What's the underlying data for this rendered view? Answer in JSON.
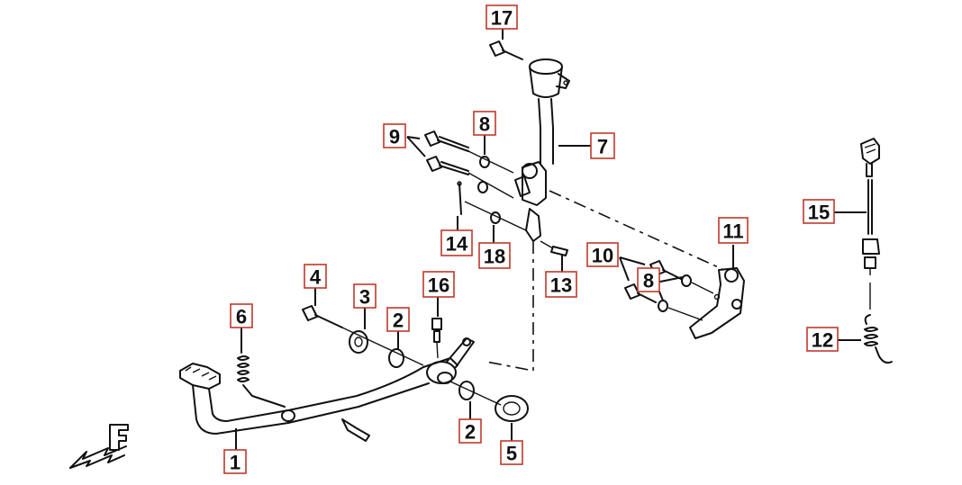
{
  "colors": {
    "callout_border": "#c0392b",
    "line": "#111111",
    "background": "#ffffff"
  },
  "front_marker": {
    "letter": "F"
  },
  "callouts": [
    {
      "id": "c1",
      "label": "1"
    },
    {
      "id": "c2a",
      "label": "2"
    },
    {
      "id": "c2b",
      "label": "2"
    },
    {
      "id": "c3",
      "label": "3"
    },
    {
      "id": "c4",
      "label": "4"
    },
    {
      "id": "c5",
      "label": "5"
    },
    {
      "id": "c6",
      "label": "6"
    },
    {
      "id": "c7",
      "label": "7"
    },
    {
      "id": "c8a",
      "label": "8"
    },
    {
      "id": "c8b",
      "label": "8"
    },
    {
      "id": "c9",
      "label": "9"
    },
    {
      "id": "c10",
      "label": "10"
    },
    {
      "id": "c11",
      "label": "11"
    },
    {
      "id": "c12",
      "label": "12"
    },
    {
      "id": "c13",
      "label": "13"
    },
    {
      "id": "c14",
      "label": "14"
    },
    {
      "id": "c15",
      "label": "15"
    },
    {
      "id": "c16",
      "label": "16"
    },
    {
      "id": "c17",
      "label": "17"
    },
    {
      "id": "c18",
      "label": "18"
    }
  ]
}
